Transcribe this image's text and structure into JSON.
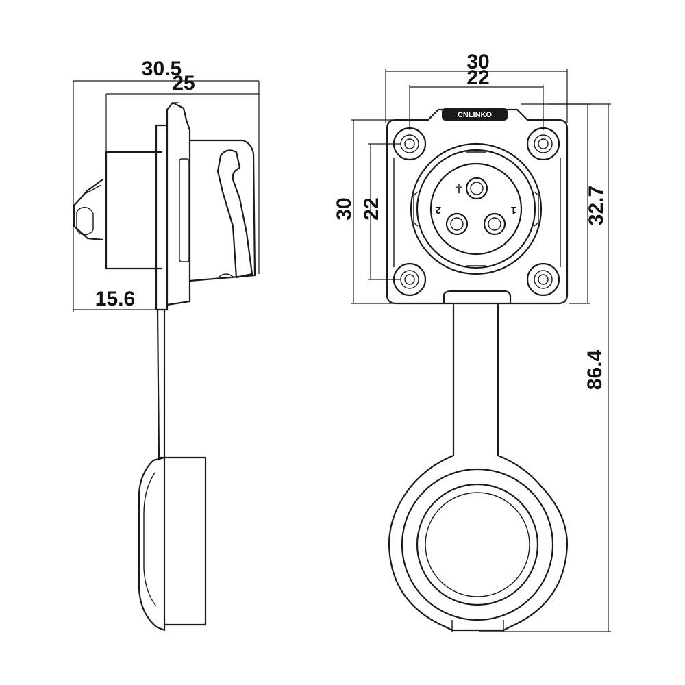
{
  "dimensions": {
    "side_total_width": "30.5",
    "side_body_width": "25",
    "side_flange_offset": "15.6",
    "front_width": "30",
    "front_hole_spacing_x": "22",
    "front_height": "30",
    "front_hole_spacing_y": "22",
    "front_flange_height": "32.7",
    "overall_length": "86.4"
  },
  "pins": {
    "ground": "⏚",
    "pin1": "1",
    "pin2": "2"
  },
  "brand": {
    "logo_text": "CNLINKO",
    "logo_icon": "brand-logo-icon"
  },
  "colors": {
    "line": "#1a1a1a",
    "background": "#ffffff"
  }
}
